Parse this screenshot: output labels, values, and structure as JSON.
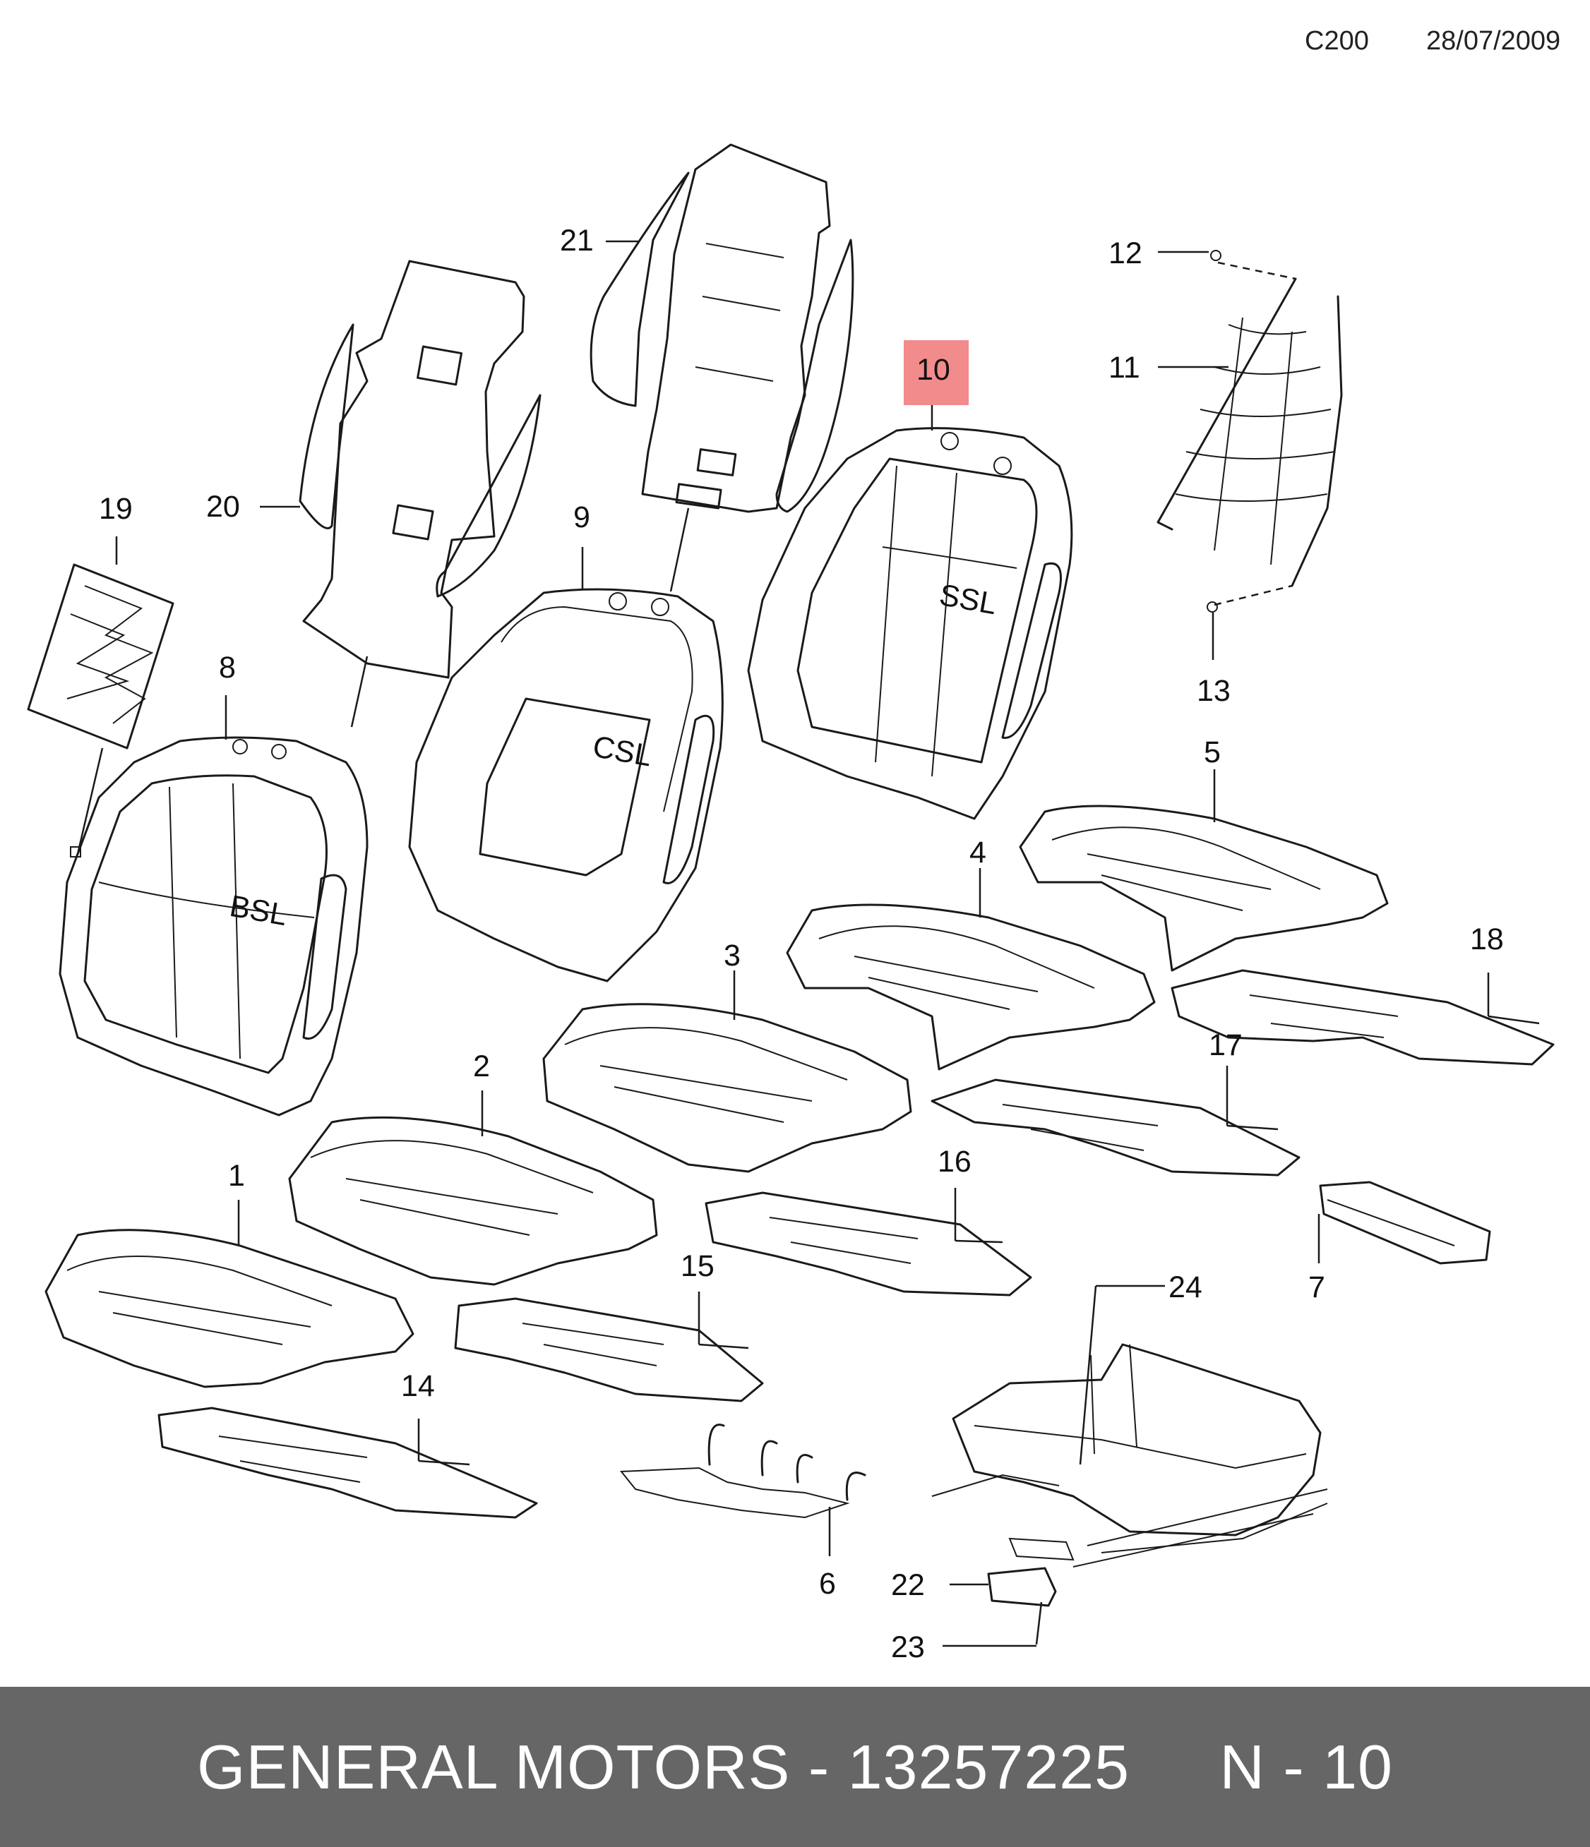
{
  "header": {
    "code": "C200",
    "date": "28/07/2009"
  },
  "highlight_color": "#f28b8b",
  "footer": {
    "text": "GENERAL MOTORS - 13257225     N - 10",
    "background": "#666666"
  },
  "callouts": {
    "c1": "1",
    "c2": "2",
    "c3": "3",
    "c4": "4",
    "c5": "5",
    "c6": "6",
    "c7": "7",
    "c8": "8",
    "c9": "9",
    "c10": "10",
    "c11": "11",
    "c12": "12",
    "c13": "13",
    "c14": "14",
    "c15": "15",
    "c16": "16",
    "c17": "17",
    "c18": "18",
    "c19": "19",
    "c20": "20",
    "c21": "21",
    "c22": "22",
    "c23": "23",
    "c24": "24"
  },
  "part_marks": {
    "back_b": "BSL",
    "back_c": "CSL",
    "back_s": "SSL"
  }
}
